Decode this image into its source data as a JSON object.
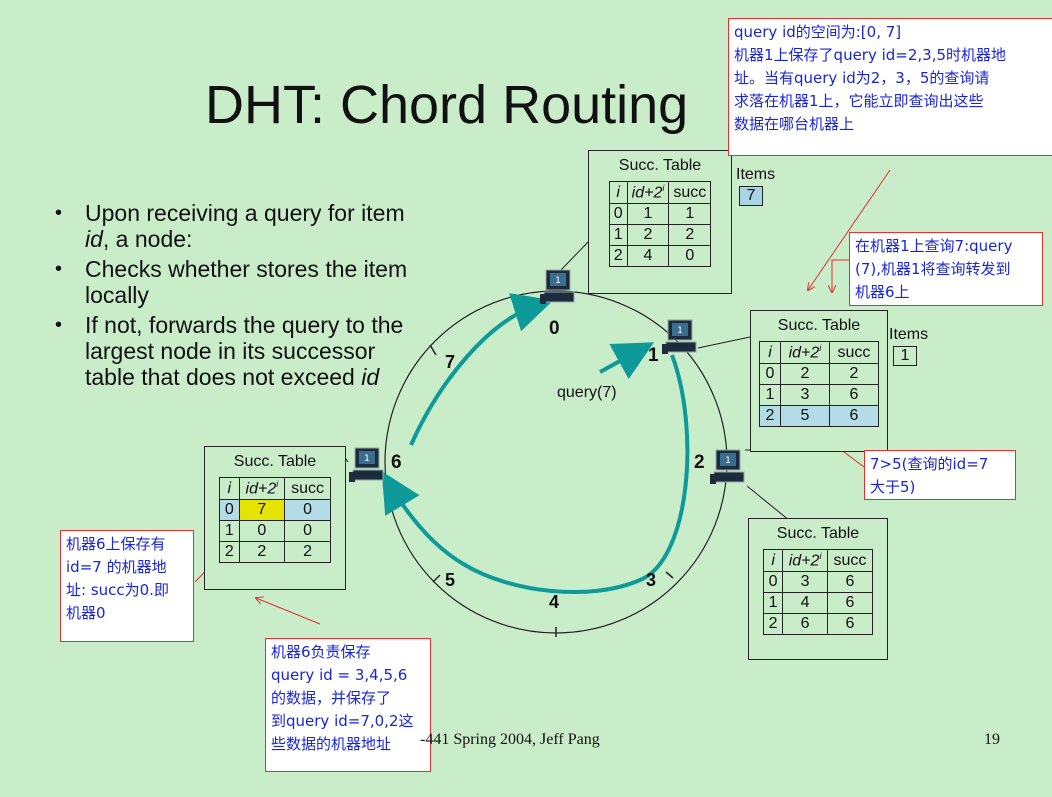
{
  "slide": {
    "title": "DHT: Chord Routing",
    "bullets": [
      {
        "pre": "Upon receiving a query for item ",
        "italic": "id",
        "post": ", a node:"
      },
      {
        "pre": "Checks whether stores the item locally",
        "italic": "",
        "post": ""
      },
      {
        "pre": "If not, forwards the query to the largest node in its successor table that does not exceed ",
        "italic": "id",
        "post": ""
      }
    ],
    "footer": "-441 Spring 2004, Jeff Pang",
    "page_number": "19"
  },
  "ring": {
    "node_labels": {
      "n0": "0",
      "n1": "1",
      "n2": "2",
      "n6": "6"
    },
    "mid_labels": {
      "m3": "3",
      "m4": "4",
      "m5": "5",
      "m7": "7"
    },
    "query_label": "query(7)"
  },
  "tables": {
    "title": "Succ. Table",
    "header": {
      "i": "i",
      "id": "id+2",
      "sup": "i",
      "succ": "succ"
    },
    "items_label": "Items",
    "node0": {
      "rows": [
        [
          "0",
          "1",
          "1"
        ],
        [
          "1",
          "2",
          "2"
        ],
        [
          "2",
          "4",
          "0"
        ]
      ],
      "item": "7"
    },
    "node1": {
      "rows": [
        [
          "0",
          "2",
          "2"
        ],
        [
          "1",
          "3",
          "6"
        ],
        [
          "2",
          "5",
          "6"
        ]
      ],
      "item": "1"
    },
    "node2": {
      "rows": [
        [
          "0",
          "3",
          "6"
        ],
        [
          "1",
          "4",
          "6"
        ],
        [
          "2",
          "6",
          "6"
        ]
      ]
    },
    "node6": {
      "rows": [
        [
          "0",
          "7",
          "0"
        ],
        [
          "1",
          "0",
          "0"
        ],
        [
          "2",
          "2",
          "2"
        ]
      ]
    }
  },
  "notes": {
    "top_right": [
      "query id的空间为:[0, 7]",
      "机器1上保存了query id=2,3,5时机器地",
      "址。当有query id为2，3，5的查询请",
      "求落在机器1上，它能立即查询出这些",
      "数据在哪台机器上"
    ],
    "forward": [
      "在机器1上查询7:query",
      "(7),机器1将查询转发到",
      "机器6上"
    ],
    "compare": [
      "7>5(查询的id=7",
      "大于5)"
    ],
    "node6_store": [
      "机器6上保存有",
      "id=7 的机器地",
      "址: succ为0.即",
      "机器0"
    ],
    "node6_resp": [
      "机器6负责保存",
      "query id = 3,4,5,6",
      "的数据，并保存了",
      "到query id=7,0,2这",
      "些数据的机器地址"
    ]
  },
  "colors": {
    "background": "#c9ecc9",
    "arrow": "#0f9a9a",
    "note_border": "#e53030",
    "note_text": "#1a25d8",
    "highlight": "#b4dce6",
    "yellow": "#e4e400"
  }
}
